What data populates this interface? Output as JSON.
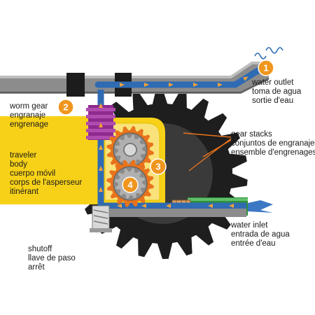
{
  "diagram": {
    "markers": [
      {
        "number": "1"
      },
      {
        "number": "2"
      },
      {
        "number": "3"
      },
      {
        "number": "4"
      }
    ],
    "labels": {
      "water_outlet": [
        "water outlet",
        "toma de agua",
        "sortie d'eau"
      ],
      "worm_gear": [
        "worm gear",
        "engranaje",
        "engrenage"
      ],
      "gear_stacks": [
        "gear stacks",
        "conjuntos de engranajes",
        "ensemble d'engrenages"
      ],
      "traveler_body": [
        "traveler",
        "body",
        "cuerpo móvil",
        "corps de l'asperseur",
        "itinérant"
      ],
      "water_inlet": [
        "water inlet",
        "entrada de agua",
        "entrée d'eau"
      ],
      "shutoff": [
        "shutoff",
        "llave de paso",
        "arrêt"
      ]
    },
    "colors": {
      "body_yellow": "#f7d117",
      "water_blue": "#2f6bb3",
      "pipe_gray": "#8c8c8c",
      "gear_orange": "#e8731c",
      "gear_gray": "#8a8a8a",
      "wheel_black": "#1e1e1e",
      "inlet_green": "#2f8f3a",
      "worm_purple": "#8e2a8e",
      "marker_orange": "#f0961e",
      "flow_arrow": "#f0a23a"
    }
  }
}
